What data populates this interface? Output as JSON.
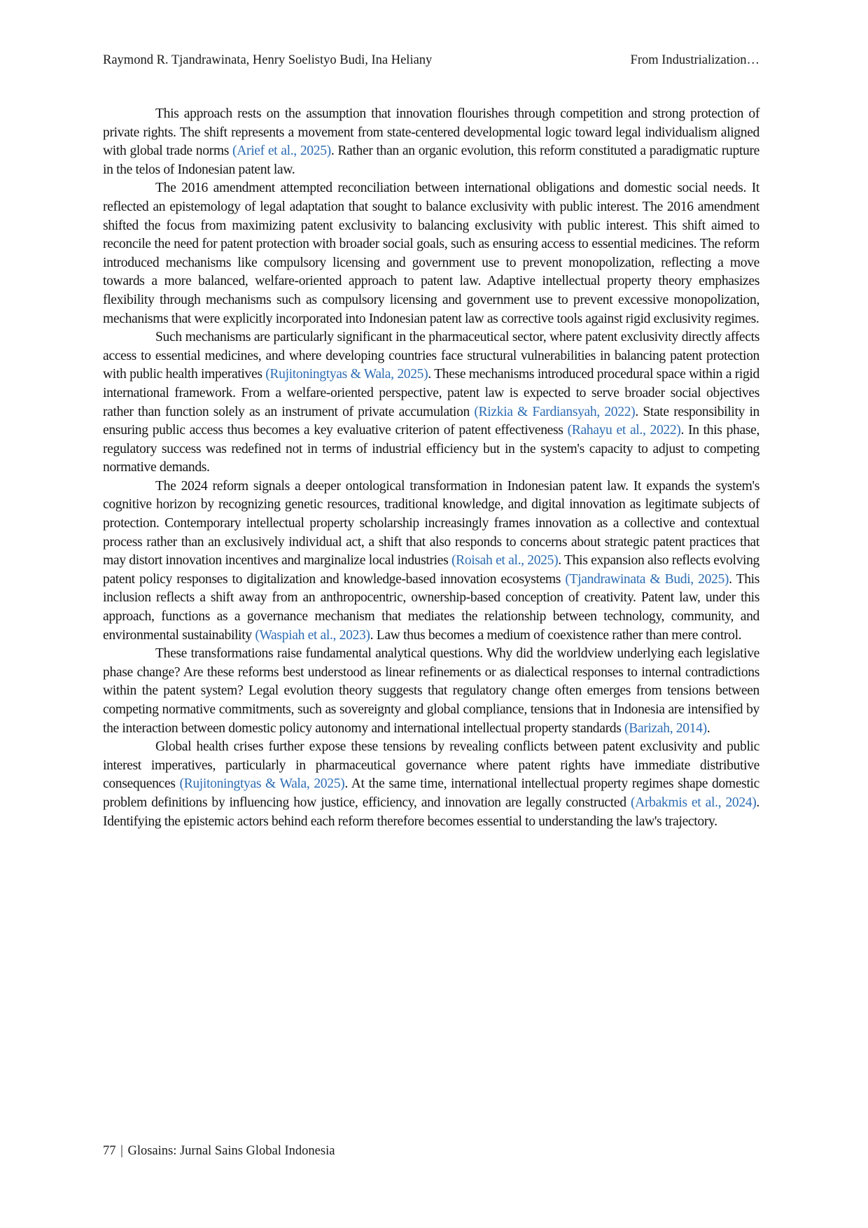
{
  "header": {
    "authors": "Raymond R. Tjandrawinata, Henry Soelistyo Budi, Ina Heliany",
    "short_title": "From Industrialization…"
  },
  "paragraphs": [
    {
      "segments": [
        {
          "text": "This approach rests on the assumption that innovation flourishes through competition and strong protection of private rights. The shift represents a movement from state-centered developmental logic toward legal individualism aligned with global trade norms "
        },
        {
          "text": "(Arief et al., 2025)",
          "cite": true
        },
        {
          "text": ". Rather than an organic evolution, this reform constituted a paradigmatic rupture in the telos of Indonesian patent law."
        }
      ]
    },
    {
      "segments": [
        {
          "text": "The 2016 amendment attempted reconciliation between international obligations and domestic social needs. It reflected an epistemology of legal adaptation that sought to balance exclusivity with public interest. The 2016 amendment shifted the focus from maximizing patent exclusivity to balancing exclusivity with public interest. This shift aimed to reconcile the need for patent protection with broader social goals, such as ensuring access to essential medicines. The reform introduced mechanisms like compulsory licensing and government use to prevent monopolization, reflecting a move towards a more balanced, welfare-oriented approach to patent law. Adaptive intellectual property theory emphasizes flexibility through mechanisms such as compulsory licensing and government use to prevent excessive monopolization, mechanisms that were explicitly incorporated into Indonesian patent law as corrective tools against rigid exclusivity regimes."
        }
      ]
    },
    {
      "segments": [
        {
          "text": "Such mechanisms are particularly significant in the pharmaceutical sector, where patent exclusivity directly affects access to essential medicines, and where developing countries face structural vulnerabilities in balancing patent protection with public health imperatives "
        },
        {
          "text": "(Rujitoningtyas & Wala, 2025)",
          "cite": true
        },
        {
          "text": ". These mechanisms introduced procedural space within a rigid international framework. From a welfare-oriented perspective, patent law is expected to serve broader social objectives rather than function solely as an instrument of private accumulation "
        },
        {
          "text": "(Rizkia & Fardiansyah, 2022)",
          "cite": true
        },
        {
          "text": ". State responsibility in ensuring public access thus becomes a key evaluative criterion of patent effectiveness "
        },
        {
          "text": "(Rahayu et al., 2022)",
          "cite": true
        },
        {
          "text": ". In this phase, regulatory success was redefined not in terms of industrial efficiency but in the system's capacity to adjust to competing normative demands."
        }
      ]
    },
    {
      "segments": [
        {
          "text": "The 2024 reform signals a deeper ontological transformation in Indonesian patent law. It expands the system's cognitive horizon by recognizing genetic resources, traditional knowledge, and digital innovation as legitimate subjects of protection. Contemporary intellectual property scholarship increasingly frames innovation as a collective and contextual process rather than an exclusively individual act, a shift that also responds to concerns about strategic patent practices that may distort innovation incentives and marginalize local industries "
        },
        {
          "text": "(Roisah et al., 2025)",
          "cite": true
        },
        {
          "text": ". This expansion also reflects evolving patent policy responses to digitalization and knowledge-based innovation ecosystems "
        },
        {
          "text": "(Tjandrawinata & Budi, 2025)",
          "cite": true
        },
        {
          "text": ". This inclusion reflects a shift away from an anthropocentric, ownership-based conception of creativity. Patent law, under this approach, functions as a governance mechanism that mediates the relationship between technology, community, and environmental sustainability "
        },
        {
          "text": "(Waspiah et al., 2023)",
          "cite": true
        },
        {
          "text": ". Law thus becomes a medium of coexistence rather than mere control."
        }
      ]
    },
    {
      "segments": [
        {
          "text": "These transformations raise fundamental analytical questions. Why did the worldview underlying each legislative phase change? Are these reforms best understood as linear refinements or as dialectical responses to internal contradictions within the patent system? Legal evolution theory suggests that regulatory change often emerges from tensions between competing normative commitments, such as sovereignty and global compliance, tensions that in Indonesia are intensified by the interaction between domestic policy autonomy and international intellectual property standards "
        },
        {
          "text": "(Barizah, 2014)",
          "cite": true
        },
        {
          "text": "."
        }
      ]
    },
    {
      "segments": [
        {
          "text": "Global health crises further expose these tensions by revealing conflicts between patent exclusivity and public interest imperatives, particularly in pharmaceutical governance where patent rights have immediate distributive consequences "
        },
        {
          "text": "(Rujitoningtyas & Wala, 2025)",
          "cite": true
        },
        {
          "text": ". At the same time, international intellectual property regimes shape domestic problem definitions by influencing how justice, efficiency, and innovation are legally constructed "
        },
        {
          "text": "(Arbakmis et al., 2024)",
          "cite": true
        },
        {
          "text": ". Identifying the epistemic actors behind each reform therefore becomes essential to understanding the law's trajectory."
        }
      ]
    }
  ],
  "footer": {
    "page_number": "77",
    "separator": "|",
    "journal": "Glosains: Jurnal Sains Global Indonesia"
  },
  "colors": {
    "citation": "#2e6db4",
    "text": "#141414"
  }
}
